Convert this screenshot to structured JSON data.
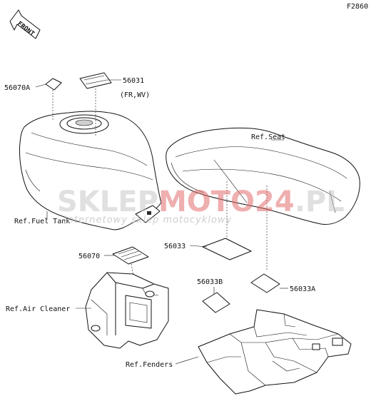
{
  "figure_id": "F2860",
  "front_label": "FRONT",
  "parts": {
    "p56070a": "56070A",
    "p56031": "56031",
    "p56031_note": "(FR,WV)",
    "p56070": "56070",
    "p56033": "56033",
    "p56033a": "56033A",
    "p56033b": "56033B"
  },
  "refs": {
    "seat": "Ref.Seat",
    "fuel_tank": "Ref.Fuel Tank",
    "air_cleaner": "Ref.Air Cleaner",
    "fenders": "Ref.Fenders"
  },
  "watermark": {
    "brand_a": "SKLEP",
    "brand_b": "MOTO",
    "brand_c": "24",
    "brand_d": ".PL",
    "tagline": "internetowy sklep motocyklowy"
  },
  "colors": {
    "line": "#111111",
    "watermark_red": "#e26d6d",
    "watermark_gray": "#c7c7c7"
  }
}
